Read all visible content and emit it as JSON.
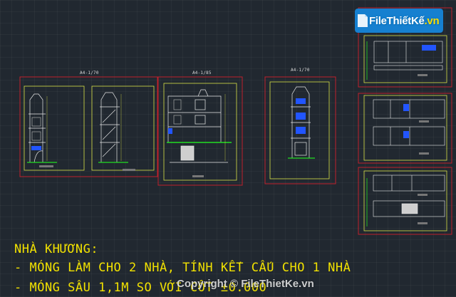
{
  "canvas": {
    "background": "#212830"
  },
  "sheet_labels": {
    "sheet1": "A4-1/70",
    "sheet2": "A4-1/85",
    "sheet3": "A4-1/70"
  },
  "notes": {
    "line1": "NHÀ KHƯƠNG:",
    "line2": "- MÓNG LÀM CHO 2 NHÀ, TÍNH KẾT CẤU CHO 1 NHÀ",
    "line3": "- MÓNG SÂU 1,1M SO VỚI CỐT ±0.000"
  },
  "watermark": {
    "brand_main": "File",
    "brand_rest": "ThiếtKế",
    "brand_suffix": ".vn",
    "copyright": "Copyright © FileThietKe.vn"
  },
  "colors": {
    "sheet_border": "#c0202b",
    "frame_border": "#d8e048",
    "wall": "#e8e8e8",
    "detail_blue": "#2255ff",
    "ground_green": "#22dd22",
    "note_text": "#f2e200",
    "logo_blue": "#1680d0"
  }
}
